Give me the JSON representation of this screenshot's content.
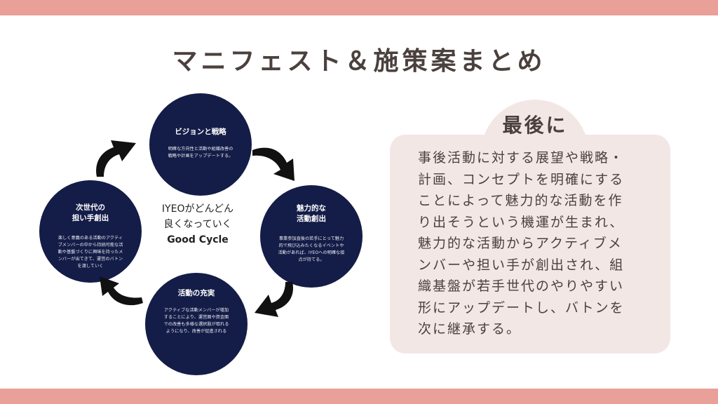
{
  "title": "マニフェスト＆施策案まとめ",
  "colors": {
    "band": "#e8a099",
    "node": "#141d47",
    "panel": "#f3e7e6",
    "text": "#4a403d"
  },
  "cycle": {
    "center": {
      "line1": "IYEOがどんどん",
      "line2": "良くなっていく",
      "line3": "Good Cycle"
    },
    "nodes": [
      {
        "title": "ビジョンと戦略",
        "desc_lines": [
          "明確な方向性と活動や組織改善の",
          "戦略や計画をアップデートする。"
        ]
      },
      {
        "title_lines": [
          "魅力的な",
          "活動創出"
        ],
        "desc_lines": [
          "事業参加直後の若手にとって魅力",
          "的で飛び込みたくなるイベントや",
          "活動があれば、IYEOへの明確な接",
          "点が持てる。"
        ]
      },
      {
        "title": "活動の充実",
        "desc_lines": [
          "アクティブな活動メンバーが増加",
          "することにより、運営面や資金面",
          "での改善も多様な選択肢が取れる",
          "ようになり、改善が促進される"
        ]
      },
      {
        "title_lines": [
          "次世代の",
          "担い手創出"
        ],
        "desc_lines": [
          "楽しく意義のある活動のアクティ",
          "ブメンバーの中から持続可能な活",
          "動や基盤づくりに興味を持ったメ",
          "ンバーが出てきて、運営のバトン",
          "を渡していく"
        ]
      }
    ],
    "arrow_icon": "curved-arrow-icon"
  },
  "summary": {
    "heading": "最後に",
    "lines": [
      "事後活動に対する展望や戦略・",
      "計画、コンセプトを明確にする",
      "ことによって魅力的な活動を作",
      "り出そうという機運が生まれ、",
      "魅力的な活動からアクティブメ",
      "ンバーや担い手が創出され、組",
      "織基盤が若手世代のやりやすい",
      "形にアップデートし、バトンを",
      "次に継承する。"
    ]
  }
}
